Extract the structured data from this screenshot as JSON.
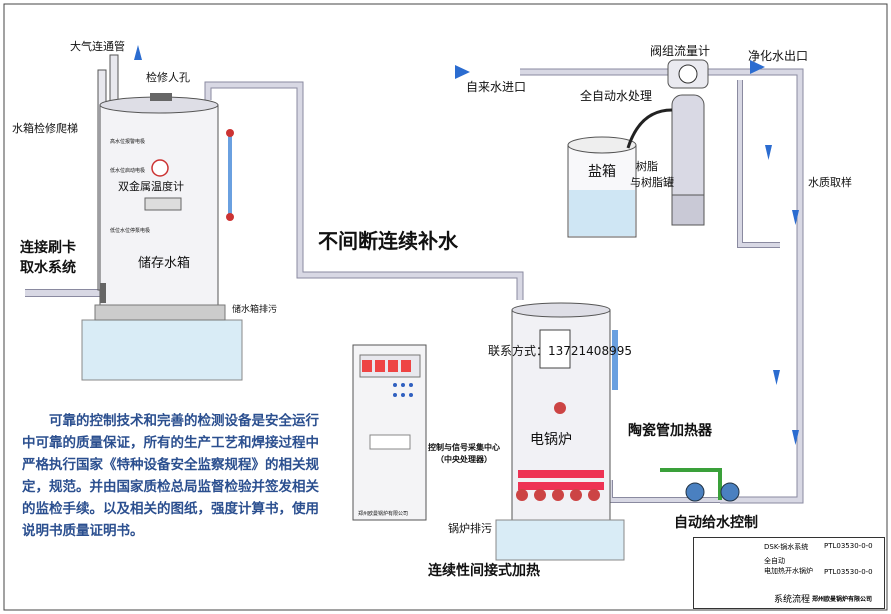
{
  "labels": {
    "vent_pipe": "大气连通管",
    "manhole": "检修人孔",
    "ladder": "水箱检修爬梯",
    "thermometer": "双金属温度计",
    "storage_tank": "储存水箱",
    "card_system": "连接刷卡\n取水系统",
    "tank_drain": "储水箱排污",
    "continuous_fill": "不间断连续补水",
    "city_water_in": "自来水进口",
    "auto_water": "全自动水处理",
    "valve_meter": "阀组流量计",
    "purified_out": "净化水出口",
    "salt_box": "盐箱",
    "resin_tank": "树脂\n与树脂罐",
    "water_sample": "水质取样",
    "contact": "联系方式：13721408995",
    "boiler": "电锅炉",
    "ceramic_heater": "陶瓷管加热器",
    "auto_feed": "自动给水控制",
    "control_center": "控制与信号采集中心\n（中央处理器）",
    "boiler_drain": "锅炉排污",
    "indirect_heating": "连续性间接式加热",
    "cabinet_brand": "郑州欧曼锅炉有限公司"
  },
  "tank_gauges": [
    "高水位报警电极",
    "低水位启动电极",
    "低位水位停泵电极"
  ],
  "paragraph": "可靠的控制技术和完善的检测设备是安全运行中可靠的质量保证，所有的生产工艺和焊接过程中严格执行国家《特种设备安全监察规程》的相关规定，规范。并由国家质检总局监督检验并签发相关的监检手续。以及相关的图纸，强度计算书，使用说明书质量证明书。",
  "title_block": {
    "system": "DSK-锅水系统",
    "desc": "全自动\n电加热开水锅炉",
    "code1": "PTL03530-0-0",
    "code2": "PTL03530-0-0",
    "name": "系统流程",
    "company": "郑州欧曼锅炉有限公司"
  },
  "colors": {
    "pipe": "#b9b9c8",
    "water": "#cfe6f4",
    "blue": "#2b4f8f",
    "red": "#e34545",
    "green": "#3aa03a"
  }
}
